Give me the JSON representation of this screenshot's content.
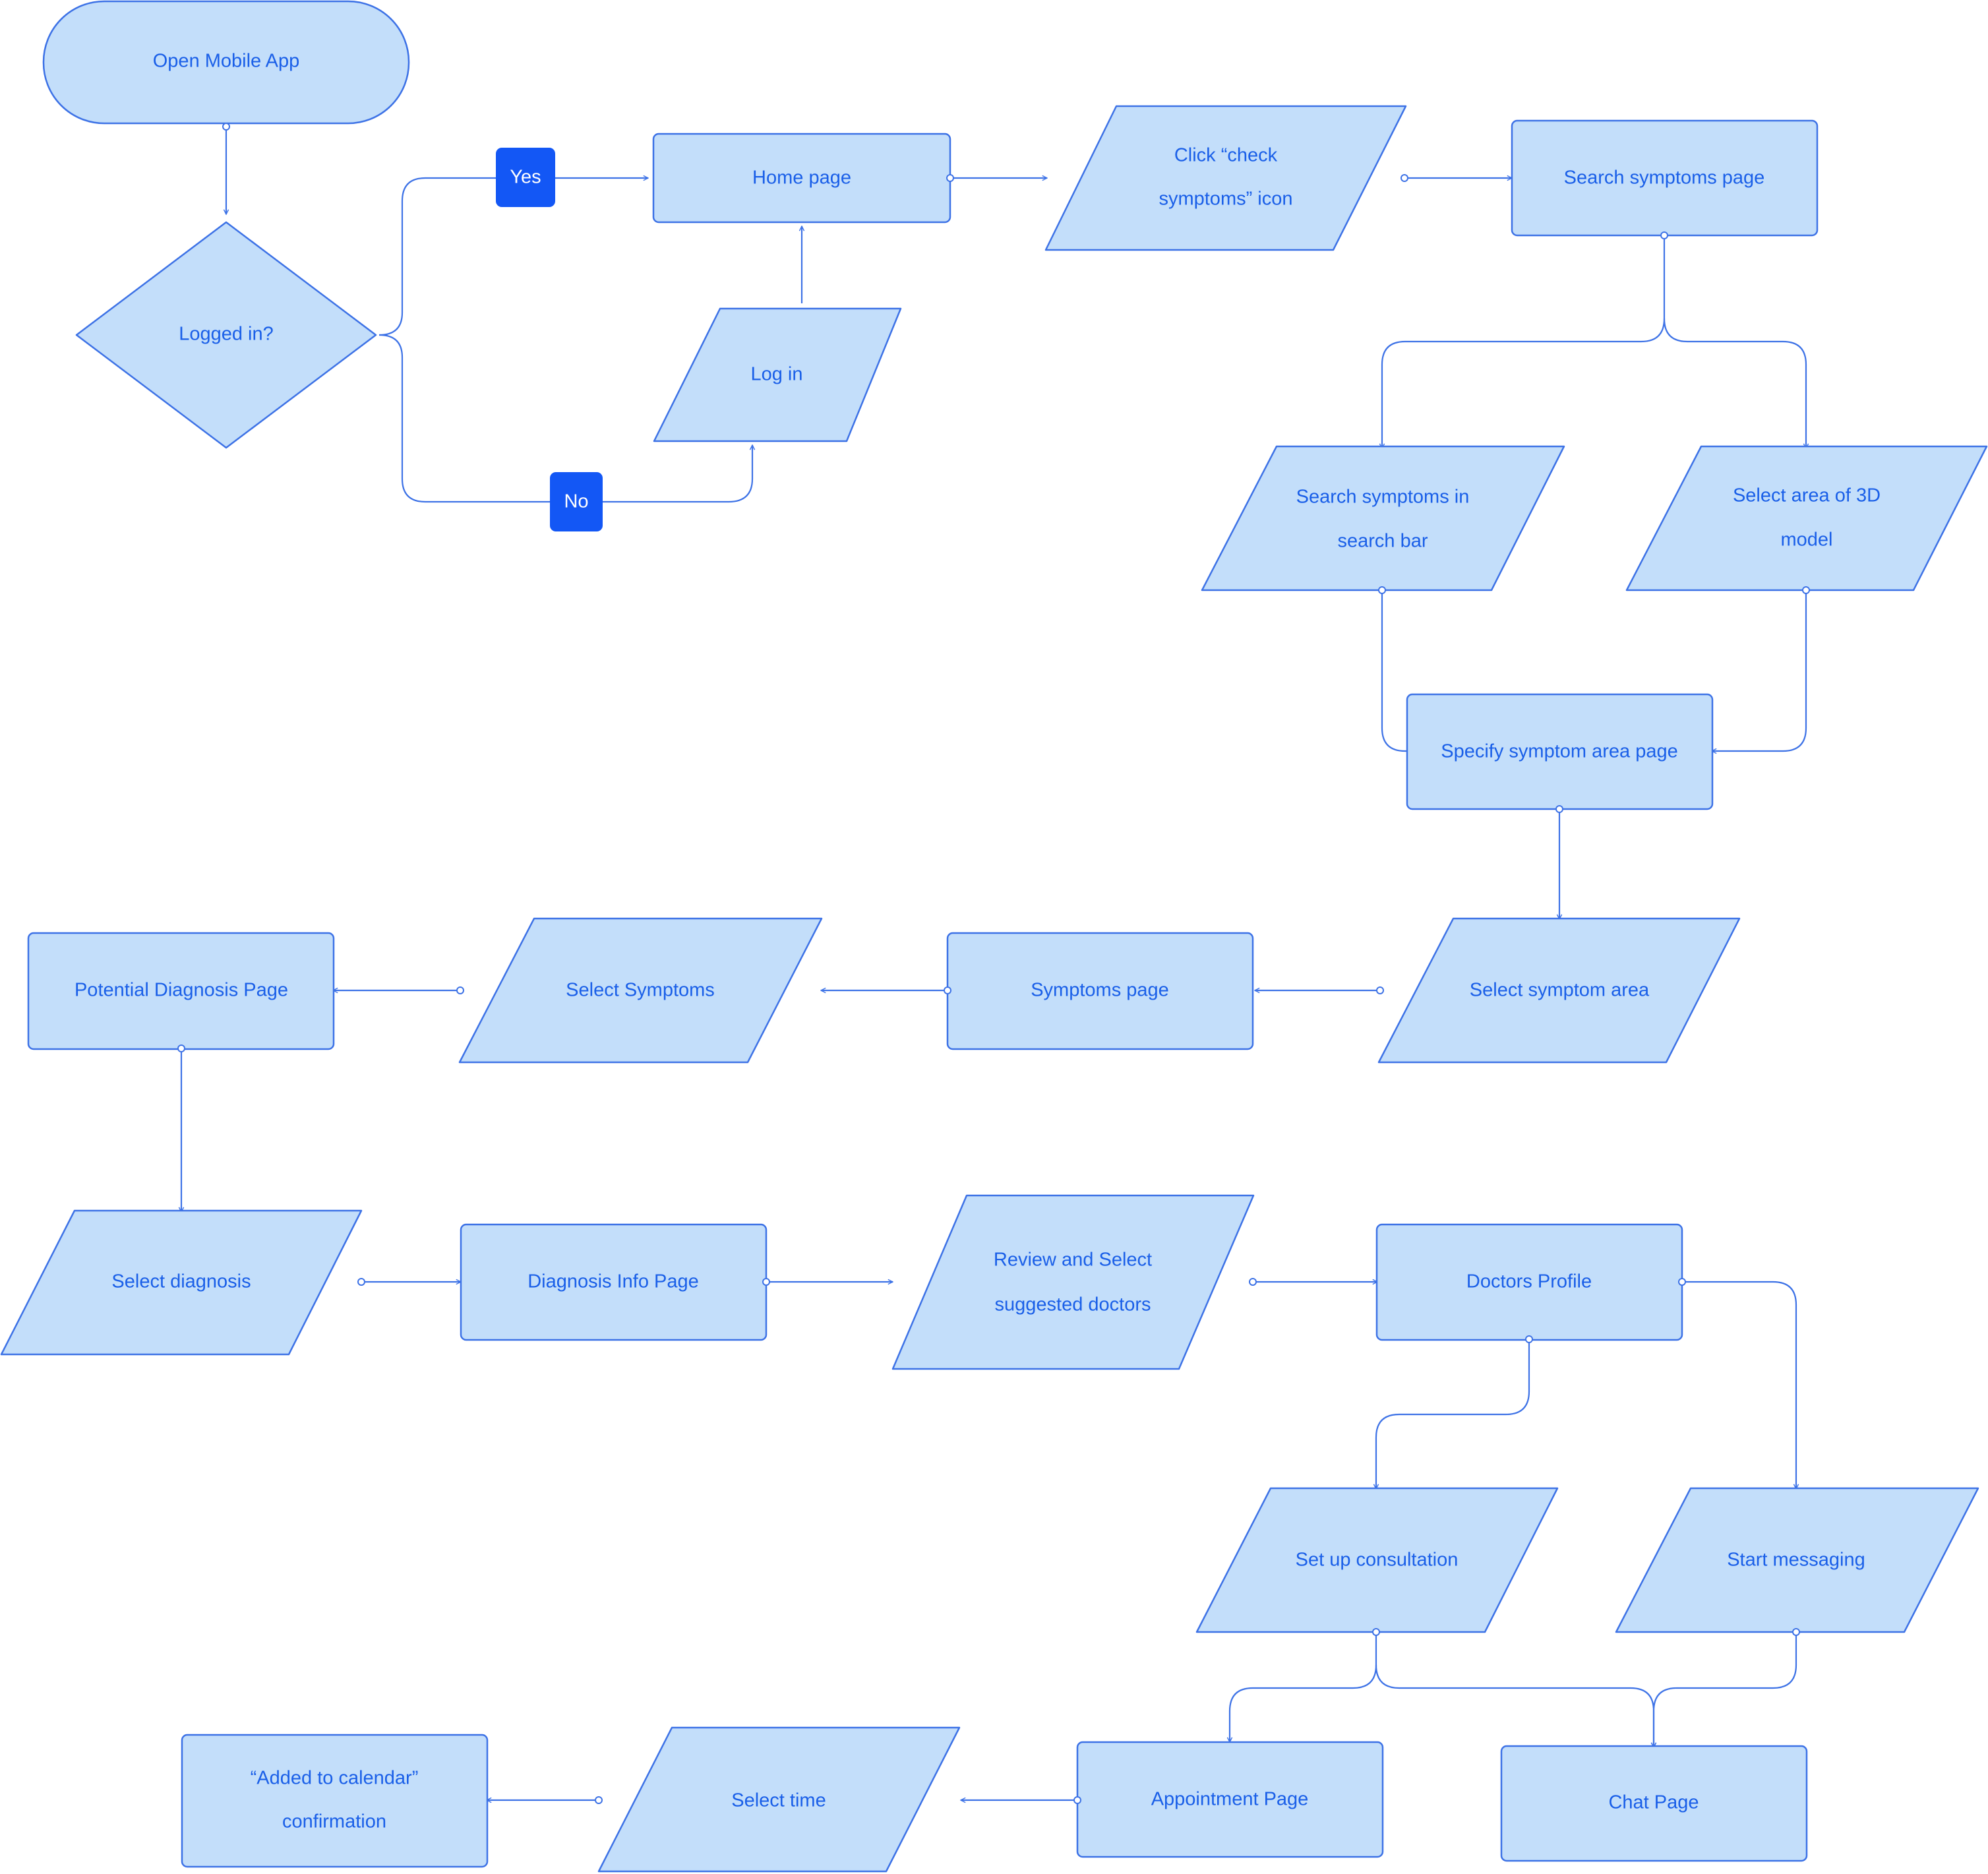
{
  "nodes": {
    "open_app": "Open Mobile App",
    "logged_in": "Logged in?",
    "home": "Home page",
    "login": "Log in",
    "click_check": [
      "Click “check",
      "symptoms” icon"
    ],
    "search_page": "Search symptoms page",
    "search_bar": [
      "Search symptoms in",
      "search bar"
    ],
    "select_3d": [
      "Select area of 3D",
      "model"
    ],
    "specify_area": "Specify symptom area page",
    "select_area": "Select symptom area",
    "symptoms_page": "Symptoms page",
    "select_symptoms": "Select Symptoms",
    "potential_dx": "Potential Diagnosis Page",
    "select_dx": "Select diagnosis",
    "dx_info": "Diagnosis Info Page",
    "review_doctors": [
      "Review and Select",
      "suggested doctors"
    ],
    "doctors_profile": "Doctors Profile",
    "setup_consult": "Set up consultation",
    "start_msg": "Start messaging",
    "appointment": "Appointment Page",
    "chat": "Chat Page",
    "select_time": "Select time",
    "calendar_confirm": [
      "“Added to calendar”",
      "confirmation"
    ]
  },
  "branches": {
    "yes": "Yes",
    "no": "No"
  },
  "colors": {
    "node_fill": "#c3defa",
    "stroke": "#3d72e6",
    "text": "#1a5fe8",
    "pill": "#1357f5"
  }
}
